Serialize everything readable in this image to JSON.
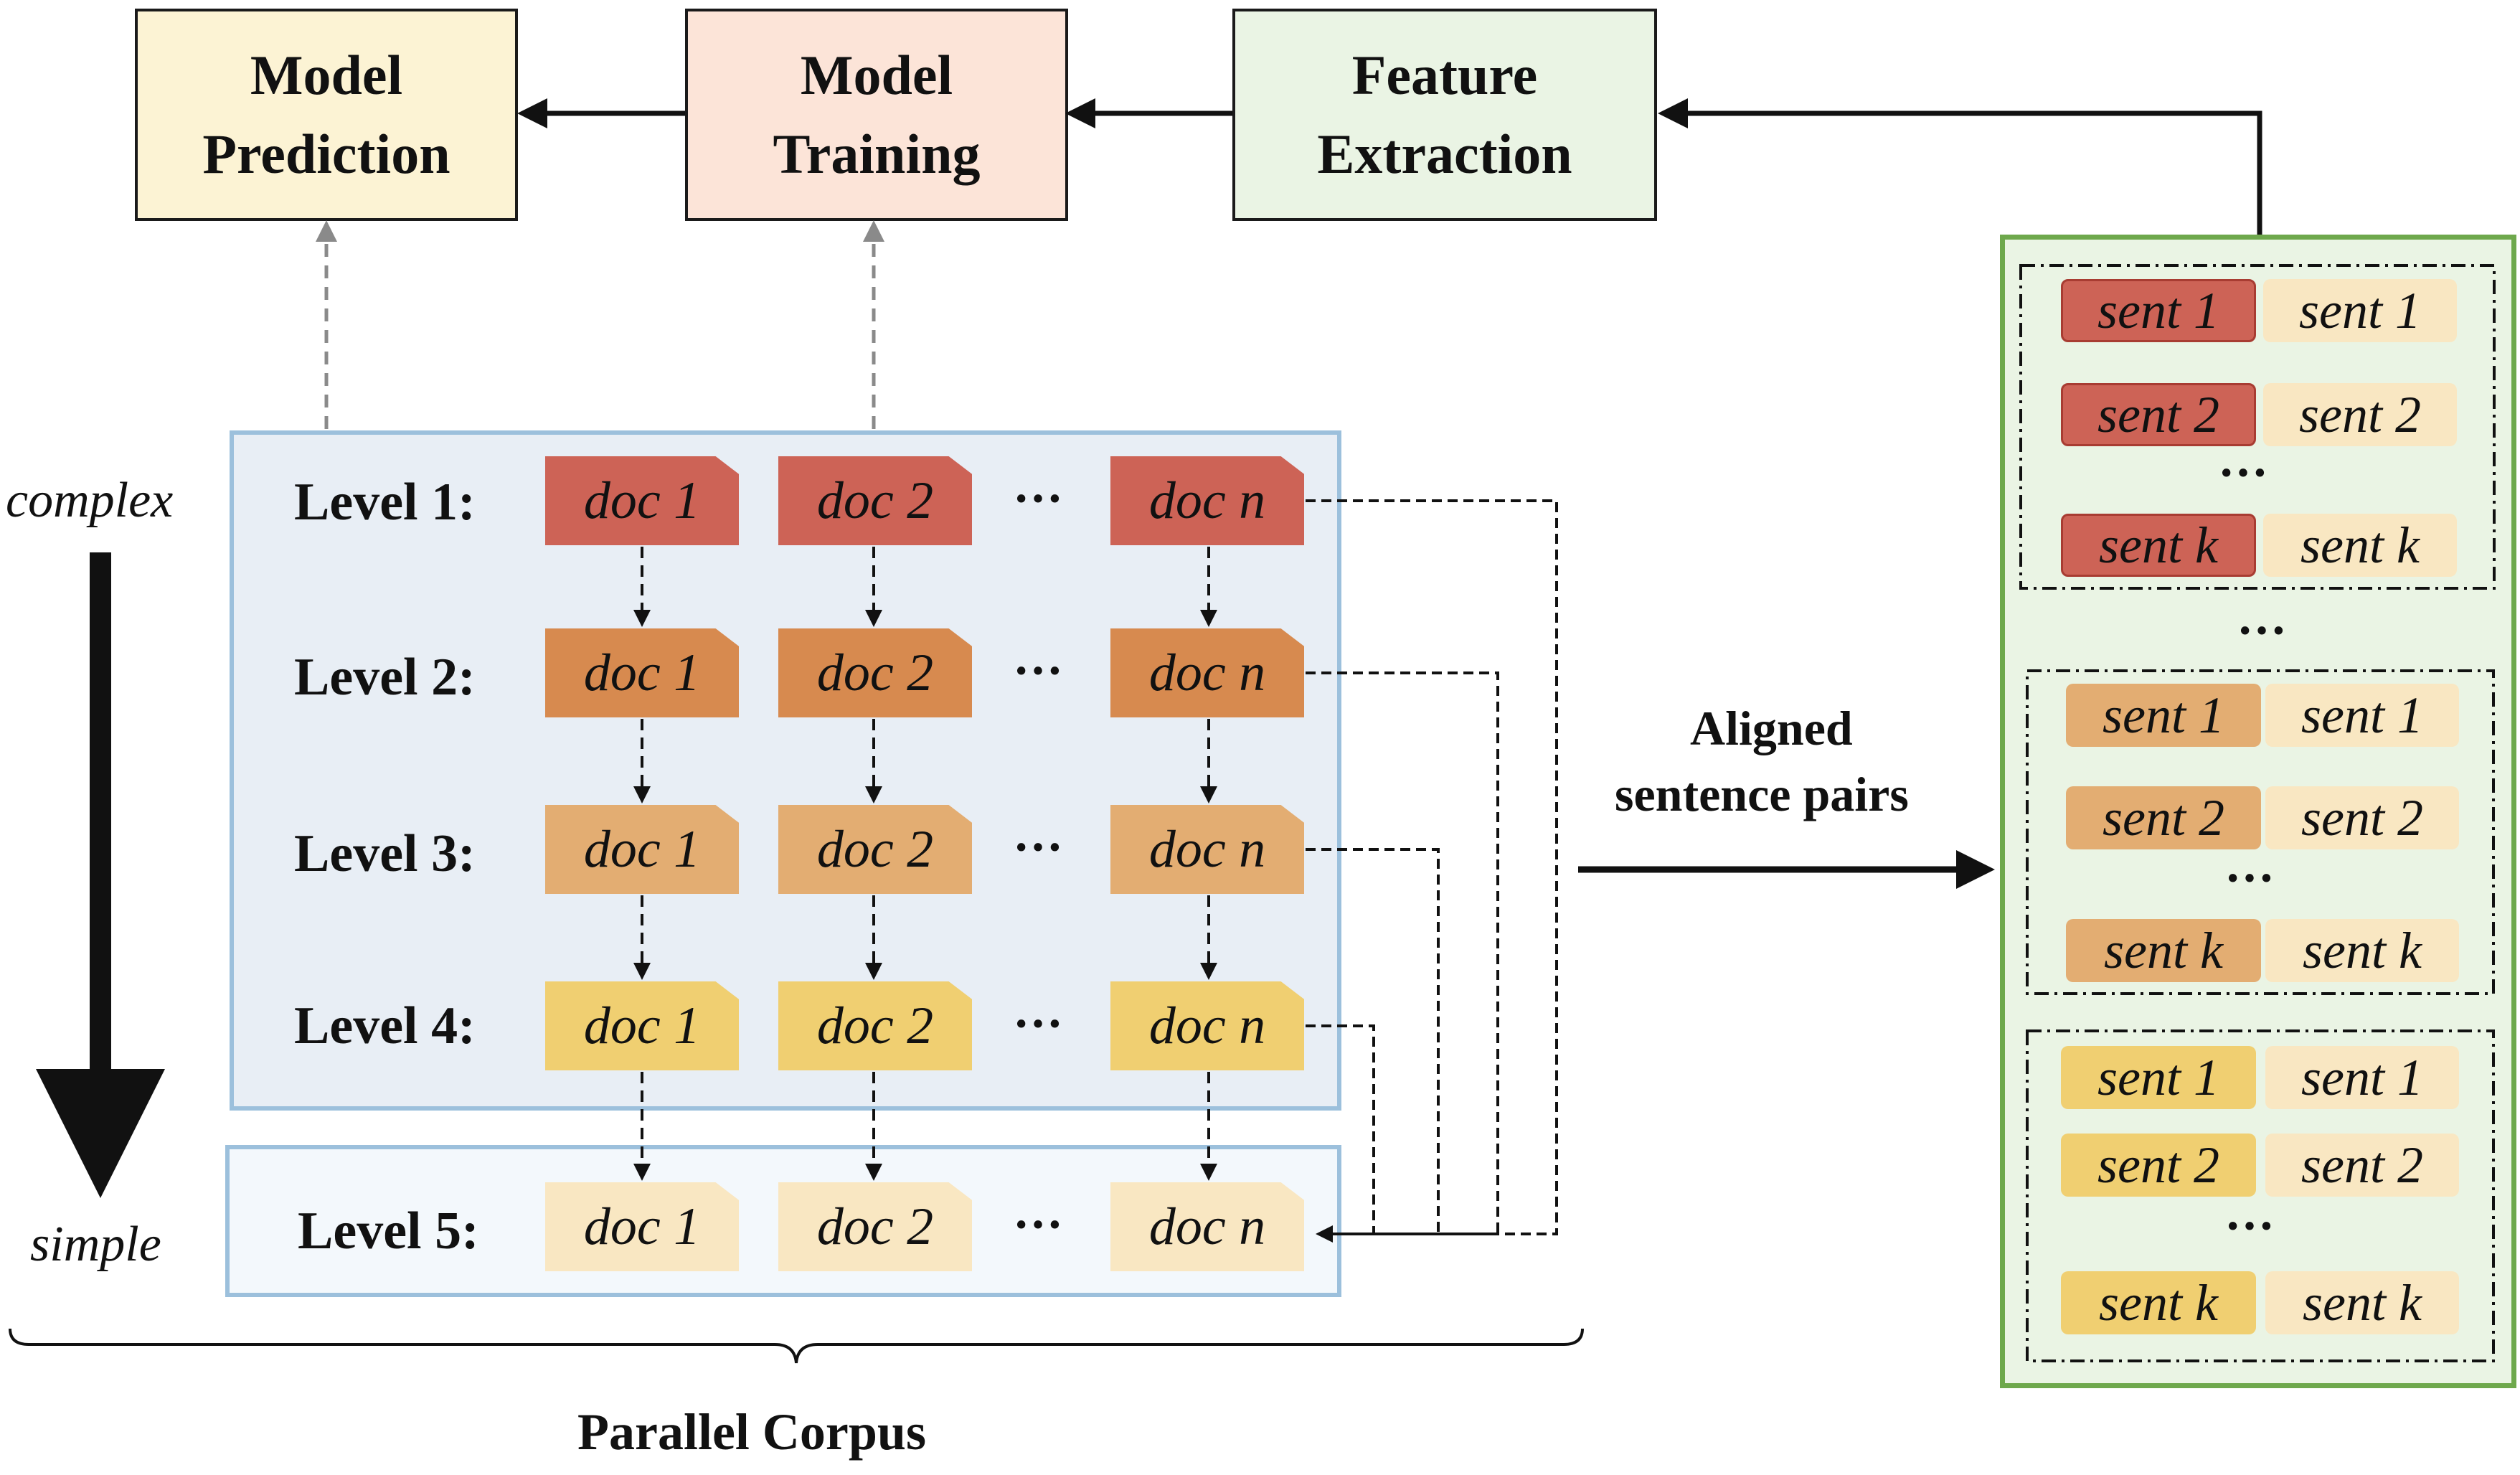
{
  "colors": {
    "level1": "#cd6356",
    "level2": "#d78a4f",
    "level3": "#e3ad72",
    "level4": "#f0cf71",
    "level5": "#f9e7c2",
    "sent_light": "#f9e7c2",
    "panel_border_blue": "#9cc0dc",
    "panel_border_green": "#6ea84c"
  },
  "pipeline": {
    "prediction": {
      "line1": "Model",
      "line2": "Prediction"
    },
    "training": {
      "line1": "Model",
      "line2": "Training"
    },
    "feature": {
      "line1": "Feature",
      "line2": "Extraction"
    }
  },
  "axis": {
    "top": "complex",
    "bottom": "simple"
  },
  "levels": [
    {
      "label": "Level 1:",
      "docs": [
        "doc 1",
        "doc 2",
        "doc n"
      ],
      "ellipsis": "···"
    },
    {
      "label": "Level 2:",
      "docs": [
        "doc 1",
        "doc 2",
        "doc n"
      ],
      "ellipsis": "···"
    },
    {
      "label": "Level 3:",
      "docs": [
        "doc 1",
        "doc 2",
        "doc n"
      ],
      "ellipsis": "···"
    },
    {
      "label": "Level 4:",
      "docs": [
        "doc 1",
        "doc 2",
        "doc n"
      ],
      "ellipsis": "···"
    },
    {
      "label": "Level 5:",
      "docs": [
        "doc 1",
        "doc 2",
        "doc n"
      ],
      "ellipsis": "···"
    }
  ],
  "aligned_label": {
    "line1": "Aligned",
    "line2": "sentence pairs"
  },
  "corpus_label": "Parallel Corpus",
  "sentence_groups": [
    {
      "rows": [
        [
          "sent 1",
          "sent 1"
        ],
        [
          "sent 2",
          "sent 2"
        ],
        [
          "sent k",
          "sent k"
        ]
      ],
      "ellipsis": "···"
    },
    {
      "rows": [
        [
          "sent 1",
          "sent 1"
        ],
        [
          "sent 2",
          "sent 2"
        ],
        [
          "sent k",
          "sent k"
        ]
      ],
      "ellipsis": "···"
    },
    {
      "rows": [
        [
          "sent 1",
          "sent 1"
        ],
        [
          "sent 2",
          "sent 2"
        ],
        [
          "sent k",
          "sent k"
        ]
      ],
      "ellipsis": "···"
    }
  ],
  "between_groups_ellipsis": "···"
}
